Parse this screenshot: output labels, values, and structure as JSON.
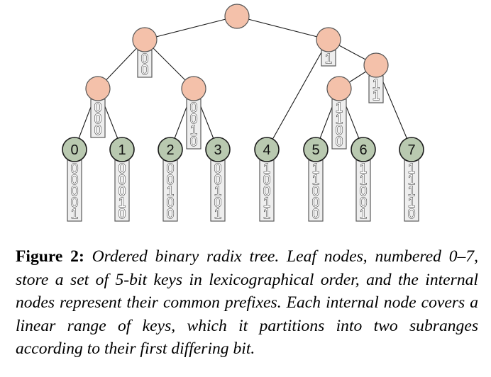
{
  "figure": {
    "nodes": [
      {
        "id": "root",
        "kind": "internal",
        "label": "",
        "bits": ""
      },
      {
        "id": "n-00",
        "kind": "internal",
        "label": "",
        "bits": "00"
      },
      {
        "id": "n-1",
        "kind": "internal",
        "label": "",
        "bits": "1"
      },
      {
        "id": "n-000",
        "kind": "internal",
        "label": "",
        "bits": "000"
      },
      {
        "id": "n-0010",
        "kind": "internal",
        "label": "",
        "bits": "0010"
      },
      {
        "id": "n-11",
        "kind": "internal",
        "label": "",
        "bits": "11"
      },
      {
        "id": "n-1100",
        "kind": "internal",
        "label": "",
        "bits": "1100"
      },
      {
        "id": "leaf-0",
        "kind": "leaf",
        "label": "0",
        "bits": "00001"
      },
      {
        "id": "leaf-1",
        "kind": "leaf",
        "label": "1",
        "bits": "00010"
      },
      {
        "id": "leaf-2",
        "kind": "leaf",
        "label": "2",
        "bits": "00100"
      },
      {
        "id": "leaf-3",
        "kind": "leaf",
        "label": "3",
        "bits": "00101"
      },
      {
        "id": "leaf-4",
        "kind": "leaf",
        "label": "4",
        "bits": "10011"
      },
      {
        "id": "leaf-5",
        "kind": "leaf",
        "label": "5",
        "bits": "11000"
      },
      {
        "id": "leaf-6",
        "kind": "leaf",
        "label": "6",
        "bits": "11001"
      },
      {
        "id": "leaf-7",
        "kind": "leaf",
        "label": "7",
        "bits": "11110"
      }
    ],
    "edges": [
      [
        "root",
        "n-00"
      ],
      [
        "root",
        "n-1"
      ],
      [
        "n-00",
        "n-000"
      ],
      [
        "n-00",
        "n-0010"
      ],
      [
        "n-000",
        "leaf-0"
      ],
      [
        "n-000",
        "leaf-1"
      ],
      [
        "n-0010",
        "leaf-2"
      ],
      [
        "n-0010",
        "leaf-3"
      ],
      [
        "n-1",
        "leaf-4"
      ],
      [
        "n-1",
        "n-11"
      ],
      [
        "n-11",
        "n-1100"
      ],
      [
        "n-11",
        "leaf-7"
      ],
      [
        "n-1100",
        "leaf-5"
      ],
      [
        "n-1100",
        "leaf-6"
      ]
    ]
  },
  "caption": {
    "label": "Figure 2:",
    "text": "Ordered binary radix tree. Leaf nodes, numbered 0–7, store a set of 5-bit keys in lexicographical order, and the internal nodes represent their common prefixes. Each internal node covers a linear range of keys, which it partitions into two subranges according to their first differing bit."
  }
}
